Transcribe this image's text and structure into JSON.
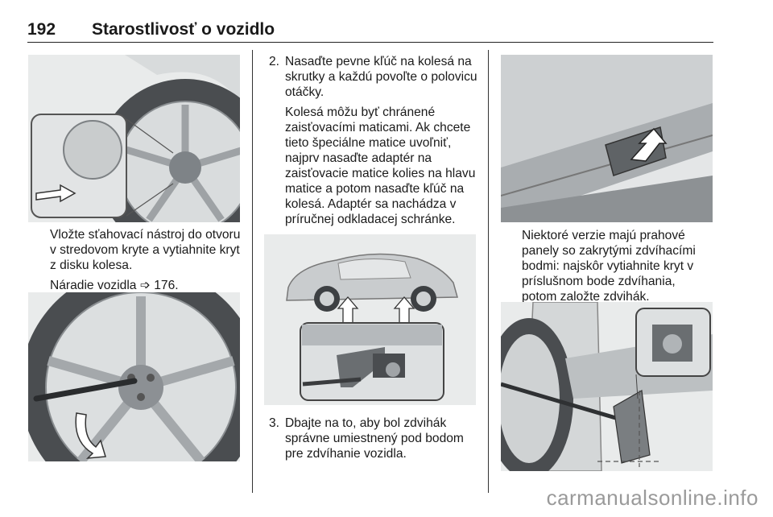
{
  "header": {
    "page_number": "192",
    "title": "Starostlivosť o vozidlo"
  },
  "col1": {
    "para1": "Vložte sťahovací nástroj do otvoru v stredovom kryte a vytiahnite kryt z disku kolesa.",
    "para2_text": "Náradie vozidla",
    "para2_ref_symbol": "➩",
    "para2_ref_page": "176."
  },
  "col2": {
    "step2": {
      "number": "2.",
      "text": "Nasaďte pevne kľúč na kolesá na skrutky a každú povoľte o polovicu otáčky.",
      "note": "Kolesá môžu byť chránené zaisťovacími maticami. Ak chcete tieto špeciálne matice uvoľniť, najprv nasaďte adaptér na zaisťovacie matice kolies na hlavu matice a potom nasaďte kľúč na kolesá. Adaptér sa nachádza v príručnej odkladacej schránke."
    },
    "step3": {
      "number": "3.",
      "text": "Dbajte na to, aby bol zdvihák správne umiestnený pod bodom pre zdvíhanie vozidla."
    }
  },
  "col3": {
    "para": "Niektoré verzie majú prahové panely so zakrytými zdvíhacími bodmi: najskôr vytiahnite kryt v príslušnom bode zdvíhania, potom založte zdvihák."
  },
  "watermark": "carmanualsonline.info"
}
